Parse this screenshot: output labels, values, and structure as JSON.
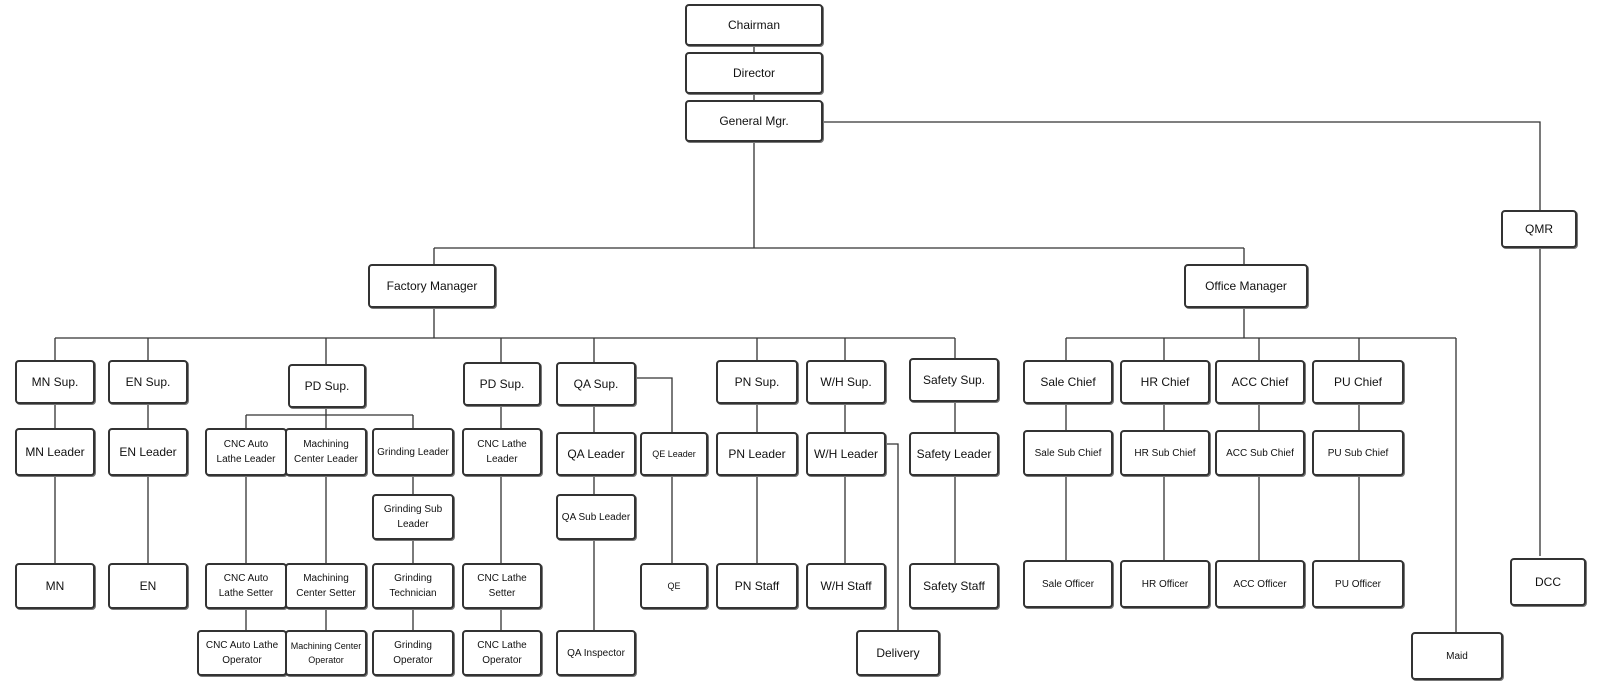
{
  "org": {
    "chairman": "Chairman",
    "director": "Director",
    "general_mgr": "General Mgr.",
    "qmr": "QMR",
    "dcc": "DCC",
    "factory_manager": "Factory Manager",
    "office_manager": "Office Manager",
    "mn_sup": "MN Sup.",
    "mn_leader": "MN Leader",
    "mn": "MN",
    "en_sup": "EN Sup.",
    "en_leader": "EN Leader",
    "en": "EN",
    "pd_sup_1": "PD Sup.",
    "cnc_auto_lathe_leader": "CNC Auto Lathe Leader",
    "cnc_auto_lathe_setter": "CNC Auto Lathe Setter",
    "cnc_auto_lathe_operator": "CNC Auto Lathe Operator",
    "machining_center_leader": "Machining Center Leader",
    "machining_center_setter": "Machining Center Setter",
    "machining_center_operator": "Machining Center Operator",
    "grinding_leader": "Grinding Leader",
    "grinding_sub_leader": "Grinding Sub Leader",
    "grinding_technician": "Grinding Technician",
    "grinding_operator": "Grinding Operator",
    "pd_sup_2": "PD Sup.",
    "cnc_lathe_leader": "CNC Lathe Leader",
    "cnc_lathe_setter": "CNC Lathe Setter",
    "cnc_lathe_operator": "CNC Lathe Operator",
    "qa_sup": "QA Sup.",
    "qa_leader": "QA Leader",
    "qa_sub_leader": "QA Sub Leader",
    "qa_inspector": "QA Inspector",
    "qe_leader": "QE Leader",
    "qe": "QE",
    "pn_sup": "PN Sup.",
    "pn_leader": "PN Leader",
    "pn_staff": "PN Staff",
    "wh_sup": "W/H Sup.",
    "wh_leader": "W/H Leader",
    "wh_staff": "W/H Staff",
    "delivery": "Delivery",
    "safety_sup": "Safety Sup.",
    "safety_leader": "Safety Leader",
    "safety_staff": "Safety Staff",
    "sale_chief": "Sale Chief",
    "sale_sub_chief": "Sale Sub Chief",
    "sale_officer": "Sale Officer",
    "hr_chief": "HR Chief",
    "hr_sub_chief": "HR Sub Chief",
    "hr_officer": "HR Officer",
    "acc_chief": "ACC Chief",
    "acc_sub_chief": "ACC Sub Chief",
    "acc_officer": "ACC Officer",
    "pu_chief": "PU Chief",
    "pu_sub_chief": "PU Sub Chief",
    "pu_officer": "PU Officer",
    "maid": "Maid"
  }
}
